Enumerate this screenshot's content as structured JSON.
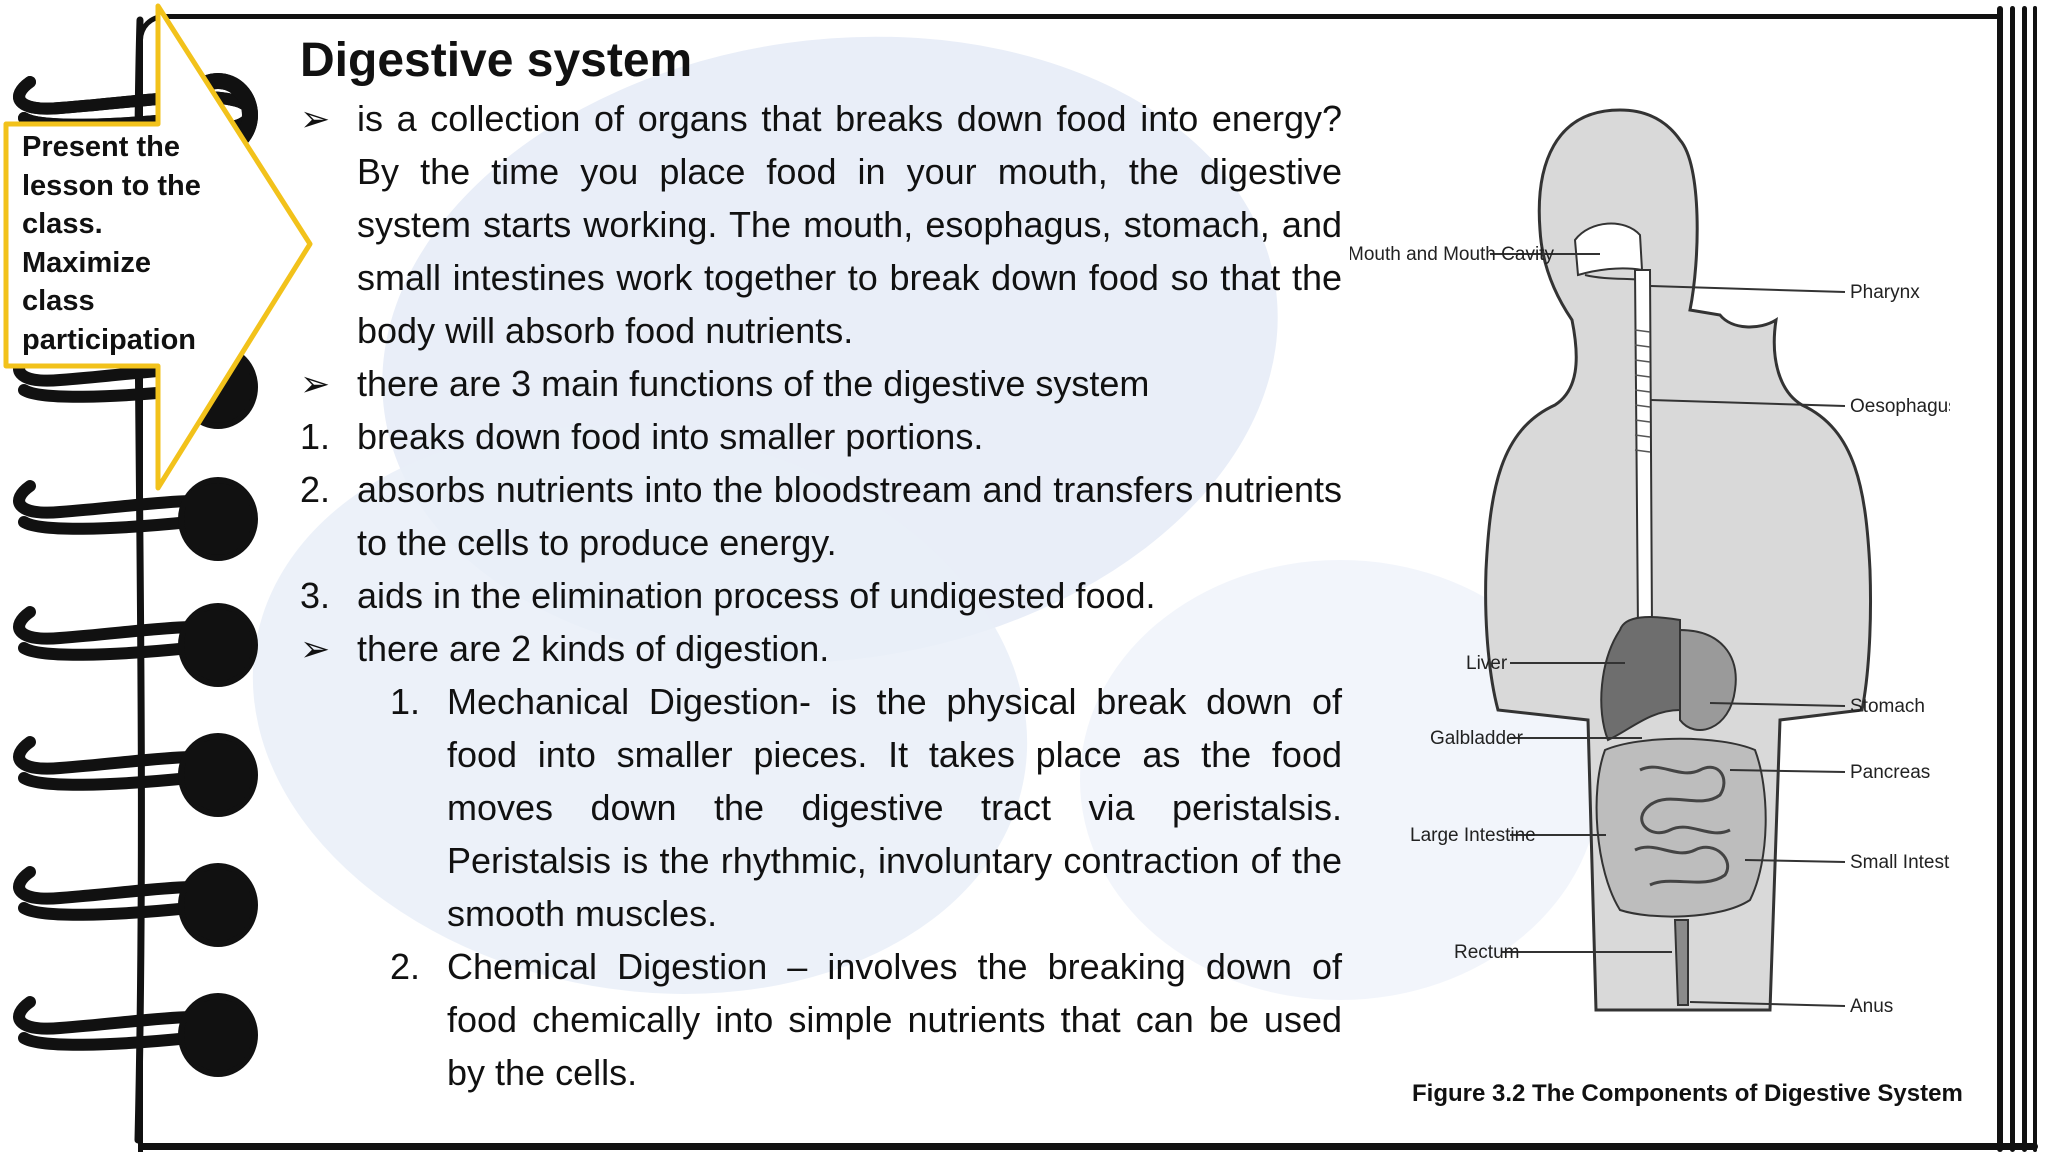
{
  "callout": {
    "text": "Present the\nlesson to the\nclass.\nMaximize\nclass\nparticipation",
    "border_color": "#f2c21b"
  },
  "lesson": {
    "title": "Digestive system",
    "items": [
      {
        "marker": "➢",
        "text": "is a collection of organs that breaks down food into energy? By the time you place food in your mouth, the digestive system starts working. The mouth, esophagus, stomach, and small intestines work together to break down food so that the body will absorb food nutrients."
      },
      {
        "marker": "➢",
        "text": "there are 3 main functions of the digestive system"
      },
      {
        "marker": "1.",
        "text": "breaks down food into smaller portions."
      },
      {
        "marker": "2.",
        "text": "absorbs nutrients into the bloodstream and transfers nutrients to the cells to produce energy."
      },
      {
        "marker": "3.",
        "text": "aids in the elimination process of undigested food."
      },
      {
        "marker": "➢",
        "text": "there are 2 kinds of digestion."
      }
    ],
    "sub_items": [
      {
        "marker": "1.",
        "text": "Mechanical Digestion- is the physical break down of food into smaller pieces. It takes place as the food moves down the digestive tract via peristalsis. Peristalsis is the rhythmic, involuntary contraction of the smooth muscles."
      },
      {
        "marker": "2.",
        "text": "Chemical Digestion – involves the breaking down of food chemically into simple nutrients that can be used by the cells."
      }
    ]
  },
  "diagram": {
    "labels_left": [
      "Mouth and Mouth Cavity",
      "Liver",
      "Galbladder",
      "Large Intestine",
      "Rectum"
    ],
    "labels_right": [
      "Pharynx",
      "Oesophagus",
      "Stomach",
      "Pancreas",
      "Small Intestine",
      "Anus"
    ],
    "caption": "Figure 3.2 The Components of Digestive System"
  },
  "colors": {
    "background": "#ffffff",
    "blob": "#e9eef8",
    "ink": "#111111",
    "body_fill": "#d9d9d9"
  }
}
